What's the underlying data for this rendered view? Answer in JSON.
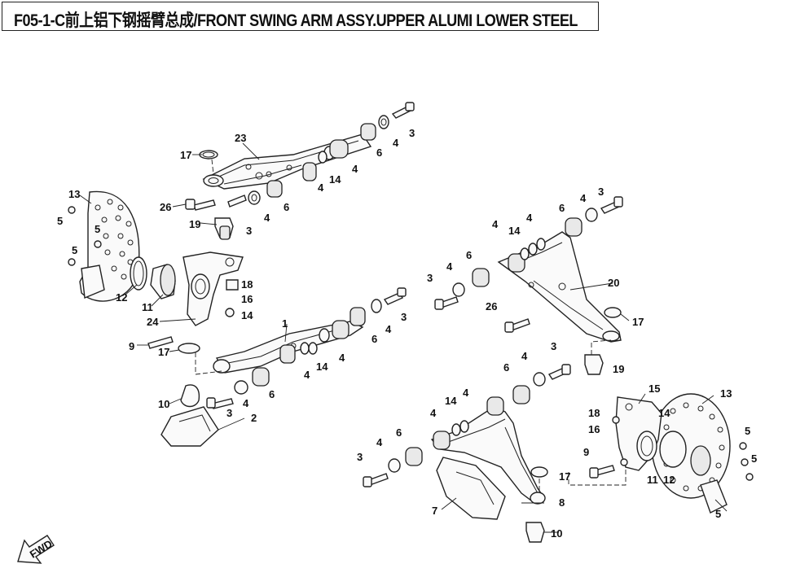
{
  "title": "F05-1-C前上铝下钢摇臂总成/FRONT SWING ARM ASSY.UPPER ALUMI LOWER STEEL",
  "fwd_label": "FWD",
  "callouts": [
    {
      "id": "c23",
      "text": "23"
    },
    {
      "id": "c17a",
      "text": "17"
    },
    {
      "id": "c26a",
      "text": "26"
    },
    {
      "id": "c19a",
      "text": "19"
    },
    {
      "id": "c13a",
      "text": "13"
    },
    {
      "id": "c5a",
      "text": "5"
    },
    {
      "id": "c5b",
      "text": "5"
    },
    {
      "id": "c5c",
      "text": "5"
    },
    {
      "id": "c12a",
      "text": "12"
    },
    {
      "id": "c11a",
      "text": "11"
    },
    {
      "id": "c24",
      "text": "24"
    },
    {
      "id": "c18a",
      "text": "18"
    },
    {
      "id": "c16a",
      "text": "16"
    },
    {
      "id": "c14a",
      "text": "14"
    },
    {
      "id": "c9a",
      "text": "9"
    },
    {
      "id": "c17b",
      "text": "17"
    },
    {
      "id": "c10a",
      "text": "10"
    },
    {
      "id": "c3a",
      "text": "3"
    },
    {
      "id": "c4a",
      "text": "4"
    },
    {
      "id": "c2",
      "text": "2"
    },
    {
      "id": "c6a",
      "text": "6"
    },
    {
      "id": "c1",
      "text": "1"
    },
    {
      "id": "c4b",
      "text": "4"
    },
    {
      "id": "c14b",
      "text": "14"
    },
    {
      "id": "c4c",
      "text": "4"
    },
    {
      "id": "c6b",
      "text": "6"
    },
    {
      "id": "c4d",
      "text": "4"
    },
    {
      "id": "c3b",
      "text": "3"
    },
    {
      "id": "c3c",
      "text": "3"
    },
    {
      "id": "c4e",
      "text": "4"
    },
    {
      "id": "c6c",
      "text": "6"
    },
    {
      "id": "c4f",
      "text": "4"
    },
    {
      "id": "c14c",
      "text": "14"
    },
    {
      "id": "c4g",
      "text": "4"
    },
    {
      "id": "c6d",
      "text": "6"
    },
    {
      "id": "c4h",
      "text": "4"
    },
    {
      "id": "c3d",
      "text": "3"
    },
    {
      "id": "c20",
      "text": "20"
    },
    {
      "id": "c26b",
      "text": "26"
    },
    {
      "id": "c17c",
      "text": "17"
    },
    {
      "id": "c3e",
      "text": "3"
    },
    {
      "id": "c4i",
      "text": "4"
    },
    {
      "id": "c6e",
      "text": "6"
    },
    {
      "id": "c19b",
      "text": "19"
    },
    {
      "id": "c15",
      "text": "15"
    },
    {
      "id": "c14d",
      "text": "14"
    },
    {
      "id": "c18b",
      "text": "18"
    },
    {
      "id": "c16b",
      "text": "16"
    },
    {
      "id": "c13b",
      "text": "13"
    },
    {
      "id": "c5d",
      "text": "5"
    },
    {
      "id": "c5e",
      "text": "5"
    },
    {
      "id": "c9b",
      "text": "9"
    },
    {
      "id": "c17d",
      "text": "17"
    },
    {
      "id": "c11b",
      "text": "11"
    },
    {
      "id": "c12b",
      "text": "12"
    },
    {
      "id": "c5f",
      "text": "5"
    },
    {
      "id": "c14e",
      "text": "14"
    },
    {
      "id": "c4j",
      "text": "4"
    },
    {
      "id": "c6f",
      "text": "6"
    },
    {
      "id": "c4k",
      "text": "4"
    },
    {
      "id": "c3f",
      "text": "3"
    },
    {
      "id": "c6g",
      "text": "6"
    },
    {
      "id": "c4l",
      "text": "4"
    },
    {
      "id": "c7",
      "text": "7"
    },
    {
      "id": "c8",
      "text": "8"
    },
    {
      "id": "c10b",
      "text": "10"
    },
    {
      "id": "c4m",
      "text": "4"
    },
    {
      "id": "c3g",
      "text": "3"
    },
    {
      "id": "c4n",
      "text": "4"
    },
    {
      "id": "c14f",
      "text": "14"
    },
    {
      "id": "c6h",
      "text": "6"
    }
  ]
}
